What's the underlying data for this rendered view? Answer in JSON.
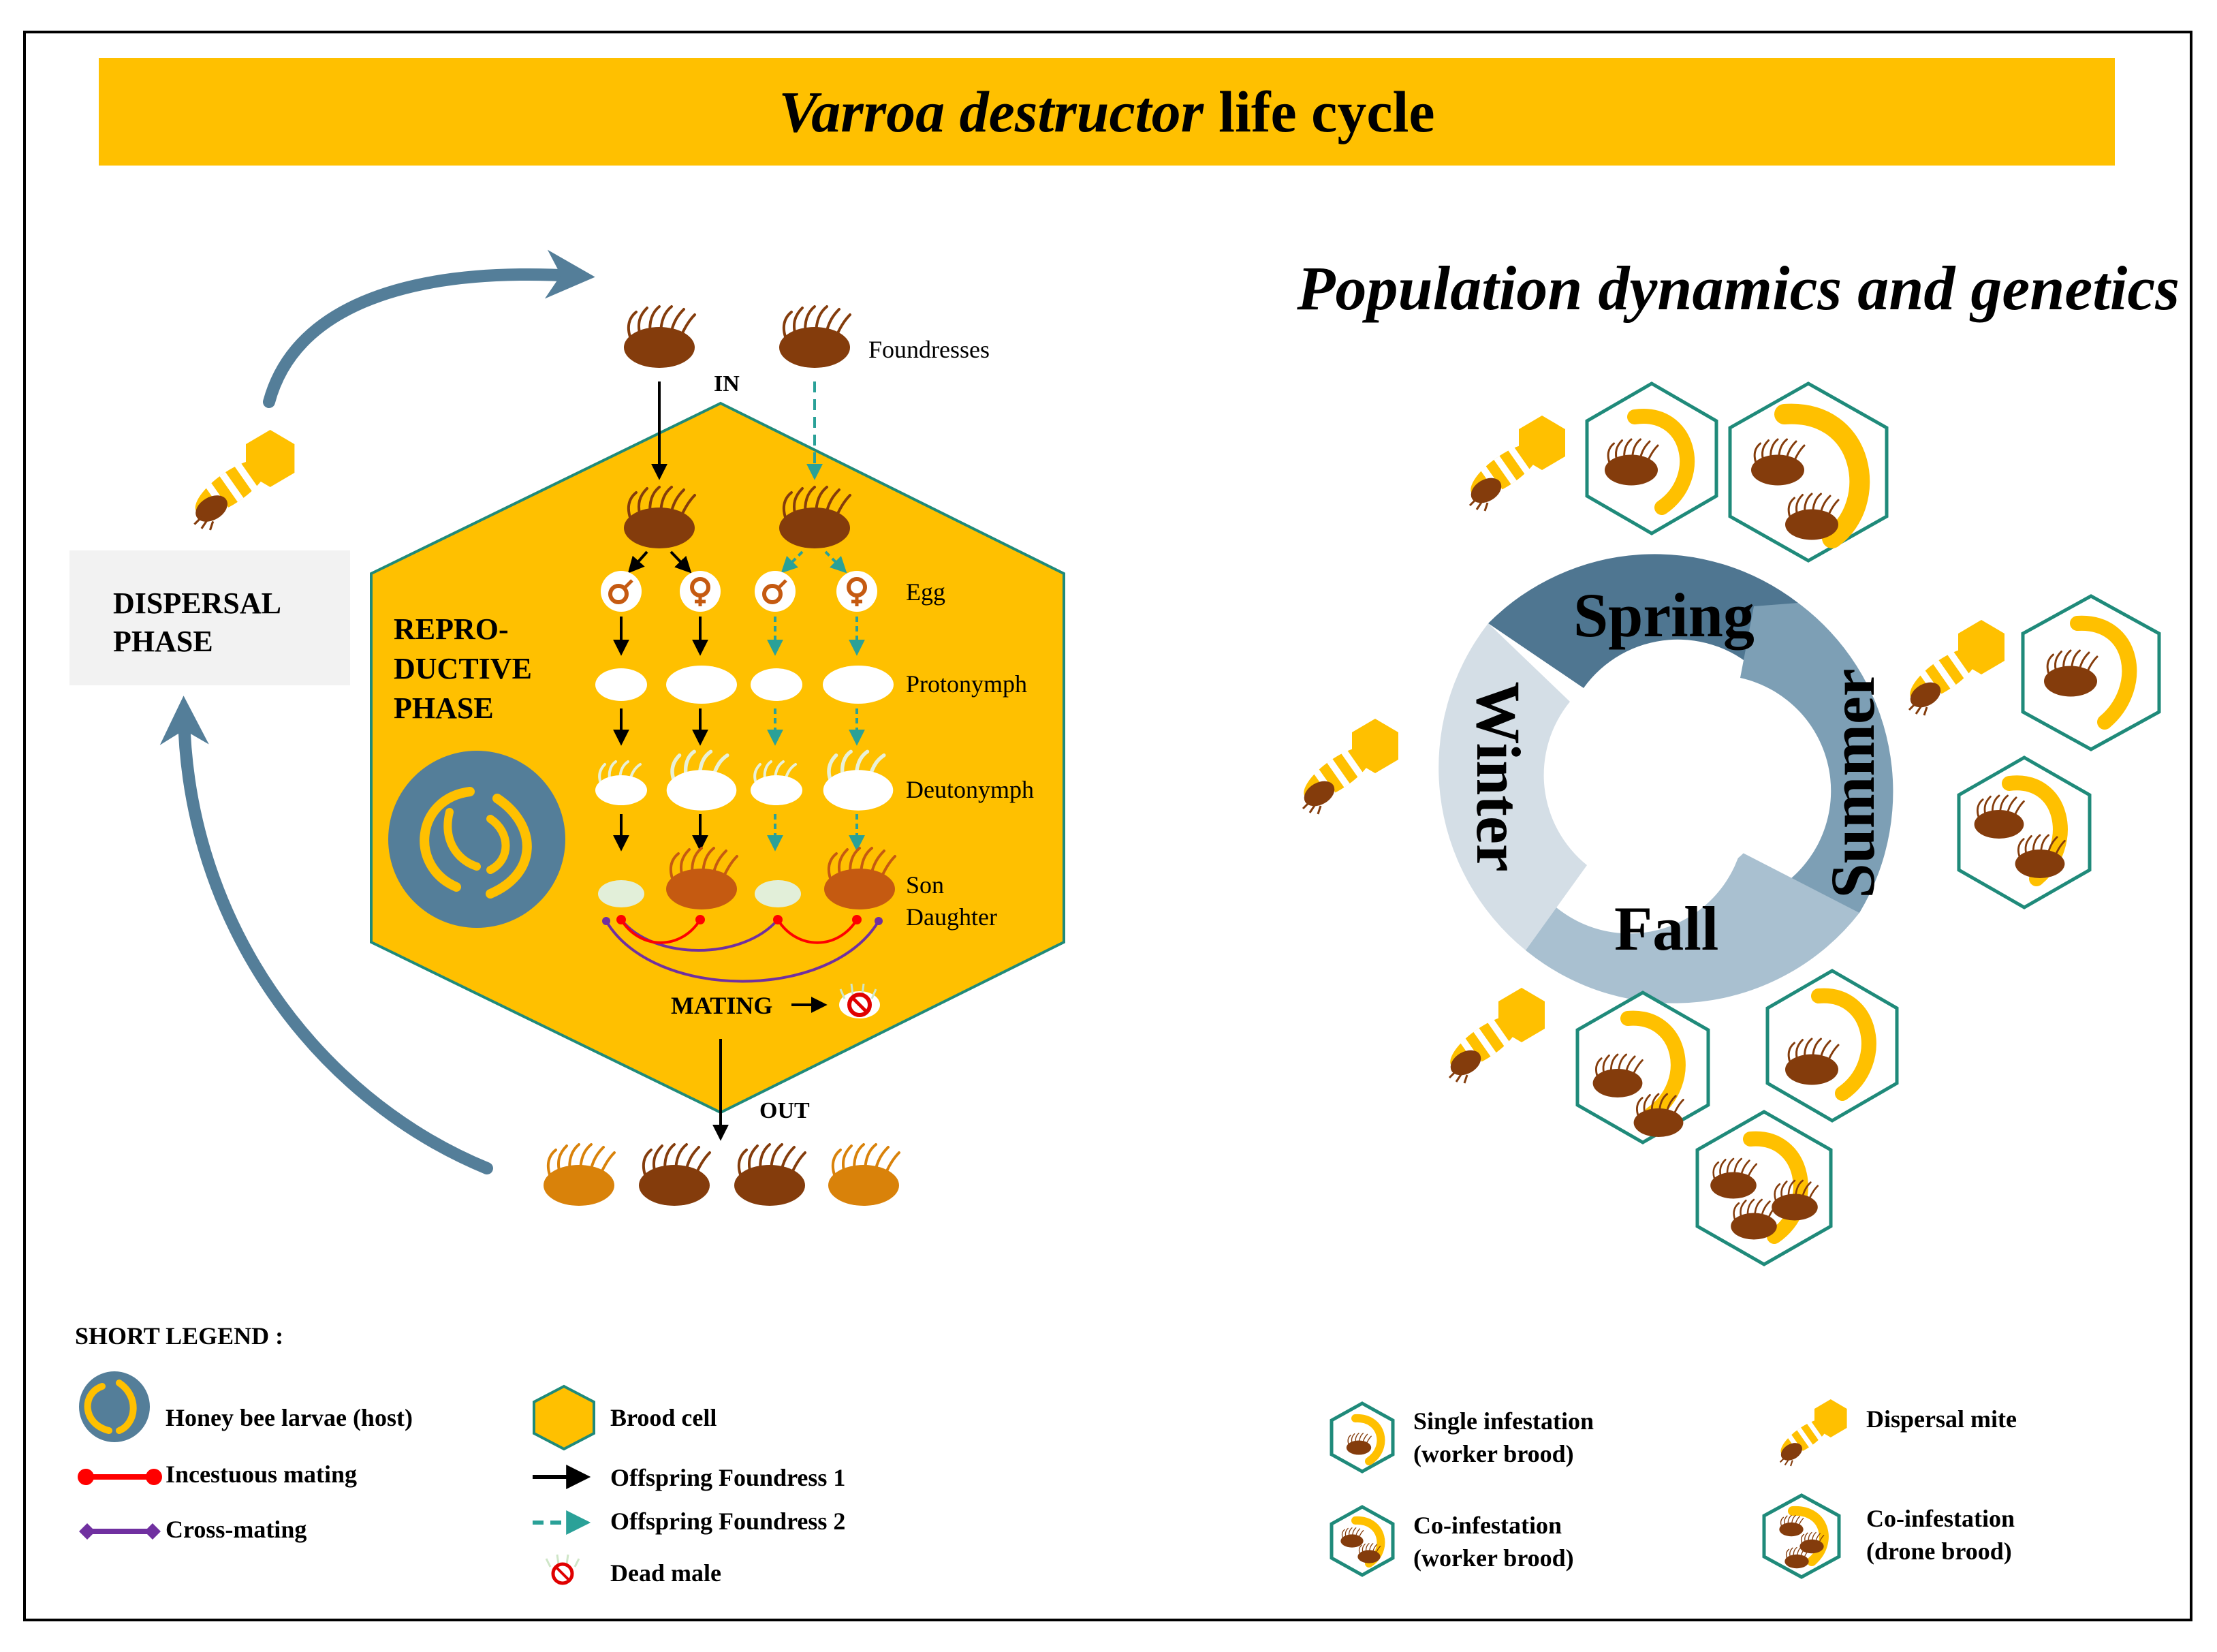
{
  "title": {
    "italic": "Varroa destructor",
    "rest": "life cycle"
  },
  "population_title": "Population dynamics and genetics",
  "dispersal_phase": {
    "line1": "DISPERSAL",
    "line2": "PHASE"
  },
  "reproductive_phase": {
    "line1": "REPRO-",
    "line2": "DUCTIVE",
    "line3": "PHASE"
  },
  "stage_labels": {
    "foundresses": "Foundresses",
    "in": "IN",
    "out": "OUT",
    "egg": "Egg",
    "protonymph": "Protonymph",
    "deutonymph": "Deutonymph",
    "son": "Son",
    "daughter": "Daughter",
    "mating": "MATING"
  },
  "seasons": {
    "spring": "Spring",
    "summer": "Summer",
    "fall": "Fall",
    "winter": "Winter"
  },
  "legend": {
    "heading": "SHORT LEGEND :",
    "left": {
      "host": "Honey bee larvae (host)",
      "incestuous": "Incestuous mating",
      "cross": "Cross-mating"
    },
    "middle": {
      "brood_cell": "Brood cell",
      "offspring1": "Offspring Foundress 1",
      "offspring2": "Offspring Foundress 2",
      "dead_male": "Dead male"
    },
    "right": {
      "single_line1": "Single infestation",
      "single_line2": "(worker brood)",
      "dispersal_mite": "Dispersal mite",
      "coworker_line1": "Co-infestation",
      "coworker_line2": "(worker brood)",
      "codrone_line1": "Co-infestation",
      "codrone_line2": "(drone brood)"
    }
  },
  "colors": {
    "gold": "#ffc000",
    "hex_border": "#1f8a7a",
    "teal_arrow": "#2aa198",
    "dark_mite": "#843c0c",
    "light_mite": "#c55a11",
    "orange_mite": "#d9820a",
    "blue": "#547e99",
    "incestuous": "#ff0000",
    "cross": "#7030a0",
    "spring": "#4f7691",
    "summer": "#7d9fb5",
    "fall": "#a9c0d0",
    "winter": "#d4dee6"
  }
}
